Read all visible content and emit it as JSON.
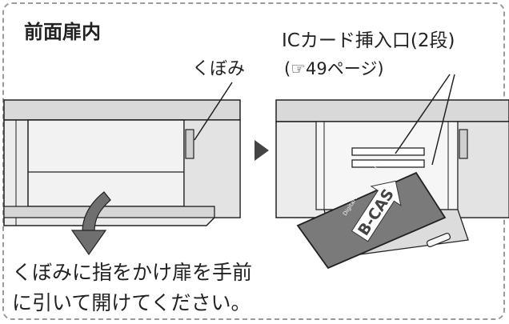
{
  "labels": {
    "title": "前面扉内",
    "hollow": "くぼみ",
    "slot": "ICカード挿入口(2段)",
    "reference": "(☞49ページ)",
    "card_logo": "B-CAS",
    "card_small_text": "Digital Access Systems"
  },
  "instruction": {
    "line1": "くぼみに指をかけ扉を手前",
    "line2": "に引いて開けてください。"
  },
  "colors": {
    "device_body": "#e6e6e6",
    "device_shade": "#cfcfcf",
    "card": "#7a7a7a",
    "arrow": "#6f6f6f",
    "frame": "#9a9a9a"
  }
}
